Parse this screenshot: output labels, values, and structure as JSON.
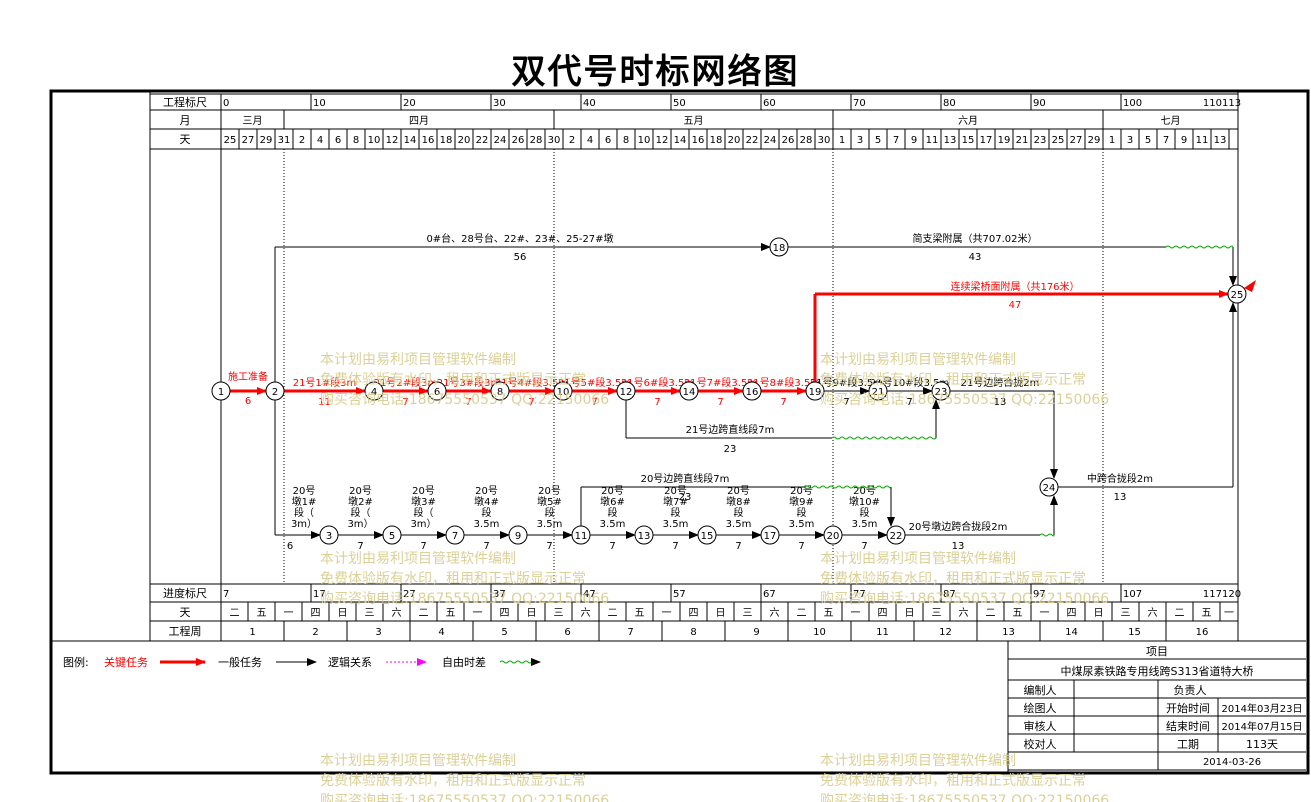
{
  "title": "双代号时标网络图",
  "header_rows": {
    "scale": "工程标尺",
    "month": "月",
    "day": "天",
    "progress": "进度标尺",
    "weekday": "天",
    "week": "工程周"
  },
  "scale_ticks": [
    "0",
    "10",
    "20",
    "30",
    "40",
    "50",
    "60",
    "70",
    "80",
    "90",
    "100",
    "110113"
  ],
  "months": [
    "三月",
    "四月",
    "五月",
    "六月",
    "七月"
  ],
  "days": [
    "25",
    "27",
    "29",
    "31",
    "2",
    "4",
    "6",
    "8",
    "10",
    "12",
    "14",
    "16",
    "18",
    "20",
    "22",
    "24",
    "26",
    "28",
    "30",
    "2",
    "4",
    "6",
    "8",
    "10",
    "12",
    "14",
    "16",
    "18",
    "20",
    "22",
    "24",
    "26",
    "28",
    "30",
    "1",
    "3",
    "5",
    "7",
    "9",
    "11",
    "13",
    "15",
    "17",
    "19",
    "21",
    "23",
    "25",
    "27",
    "29",
    "1",
    "3",
    "5",
    "7",
    "9",
    "11",
    "13"
  ],
  "progress_ticks": [
    "7",
    "17",
    "27",
    "37",
    "47",
    "57",
    "67",
    "77",
    "87",
    "97",
    "107",
    "117120"
  ],
  "weekdays": [
    "二",
    "五",
    "一",
    "四",
    "日",
    "三",
    "六",
    "二",
    "五",
    "一",
    "四",
    "日",
    "三",
    "六",
    "二",
    "五",
    "一",
    "四",
    "日",
    "三",
    "六",
    "二",
    "五",
    "一",
    "四",
    "日",
    "三",
    "六",
    "二",
    "五",
    "一",
    "四",
    "日",
    "三",
    "六",
    "二",
    "五",
    "一"
  ],
  "weeks": [
    "1",
    "2",
    "3",
    "4",
    "5",
    "6",
    "7",
    "8",
    "9",
    "10",
    "11",
    "12",
    "13",
    "14",
    "15",
    "16"
  ],
  "nodes": [
    "1",
    "2",
    "3",
    "4",
    "5",
    "6",
    "7",
    "8",
    "9",
    "10",
    "11",
    "12",
    "13",
    "14",
    "15",
    "16",
    "17",
    "18",
    "19",
    "20",
    "21",
    "22",
    "23",
    "24",
    "25"
  ],
  "activities": [
    {
      "label": "施工准备",
      "dur": "6",
      "critical": true
    },
    {
      "label": "21号1#段3m",
      "dur": "11",
      "critical": true
    },
    {
      "label": "21号2#段3m",
      "dur": "7",
      "critical": true
    },
    {
      "label": "21号3#段3m",
      "dur": "7",
      "critical": true
    },
    {
      "label": "21号4#段3.5m",
      "dur": "7",
      "critical": true
    },
    {
      "label": "21号5#段3.5m",
      "dur": "7",
      "critical": true
    },
    {
      "label": "21号6#段3.5m",
      "dur": "7",
      "critical": true
    },
    {
      "label": "21号7#段3.5m",
      "dur": "7",
      "critical": true
    },
    {
      "label": "21号8#段3.5m",
      "dur": "7",
      "critical": true
    },
    {
      "label": "21号9#段3.5m",
      "dur": "7",
      "critical": false
    },
    {
      "label": "21号10#段3.5m",
      "dur": "7",
      "critical": false
    },
    {
      "label": "21号边跨合拢2m",
      "dur": "13",
      "critical": false
    },
    {
      "label": "21号边跨直线段7m",
      "dur": "23",
      "critical": false
    },
    {
      "label": "0#台、28号台、22#、23#、25-27#墩",
      "dur": "56",
      "critical": false
    },
    {
      "label": "简支梁附属（共707.02米）",
      "dur": "43",
      "critical": false
    },
    {
      "label": "连续梁桥面附属（共176米）",
      "dur": "47",
      "critical": true
    },
    {
      "label": "20号墩1#段（3m）",
      "dur": "6",
      "critical": false
    },
    {
      "label": "20号墩2#段（3m）",
      "dur": "7",
      "critical": false
    },
    {
      "label": "20号墩3#段（3m）",
      "dur": "7",
      "critical": false
    },
    {
      "label": "20号墩4#段3.5m",
      "dur": "7",
      "critical": false
    },
    {
      "label": "20号墩5#段3.5m",
      "dur": "7",
      "critical": false
    },
    {
      "label": "20号墩6#段3.5m",
      "dur": "7",
      "critical": false
    },
    {
      "label": "20号墩7#段3.5m",
      "dur": "7",
      "critical": false
    },
    {
      "label": "20号墩8#段3.5m",
      "dur": "7",
      "critical": false
    },
    {
      "label": "20号墩9#段3.5m",
      "dur": "7",
      "critical": false
    },
    {
      "label": "20号墩10#段3.5m",
      "dur": "7",
      "critical": false
    },
    {
      "label": "20号墩边跨合拢段2m",
      "dur": "13",
      "critical": false
    },
    {
      "label": "20号边跨直线段7m",
      "dur": "23",
      "critical": false
    },
    {
      "label": "中跨合拢段2m",
      "dur": "13",
      "critical": false
    }
  ],
  "legend": {
    "label": "图例:",
    "critical": "关键任务",
    "normal": "一般任务",
    "logic": "逻辑关系",
    "free": "自由时差"
  },
  "info": {
    "project_label": "项目",
    "project_name": "中煤尿素铁路专用线跨S313省道特大桥",
    "compiler": "编制人",
    "owner": "负责人",
    "drawer": "绘图人",
    "start_label": "开始时间",
    "start": "2014年03月23日",
    "reviewer": "审核人",
    "end_label": "结束时间",
    "end": "2014年07月15日",
    "checker": "校对人",
    "duration_label": "工期",
    "duration": "113天",
    "date": "2014-03-26"
  },
  "watermark": [
    "本计划由易利项目管理软件编制",
    "免费体验版有水印，租用和正式版显示正常",
    "购买咨询电话:18675550537 QQ:22150066"
  ],
  "colors": {
    "critical": "#ff0000",
    "normal": "#000000",
    "free": "#00aa00",
    "logic": "#ff00ff",
    "watermark": "#d8cc8c"
  }
}
